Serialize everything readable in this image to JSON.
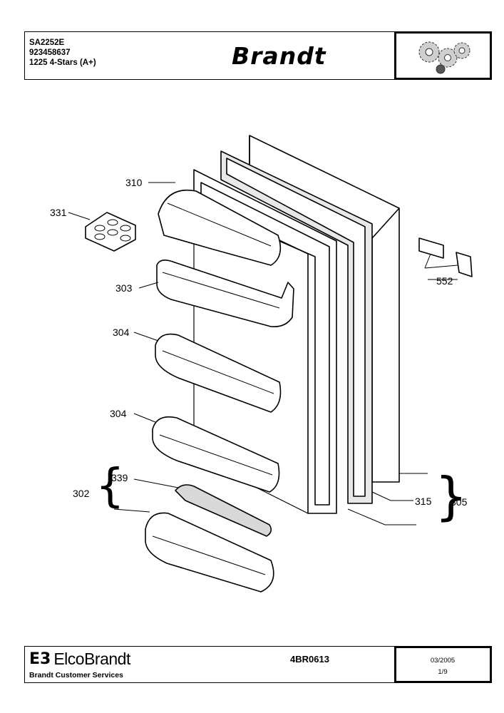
{
  "header": {
    "model": "SA2252E",
    "product_number": "923458637",
    "description": "1225 4-Stars (A+)",
    "brand": "Brandt",
    "emblem": "gear-cluster-icon"
  },
  "diagram": {
    "callouts": {
      "c310": "310",
      "c331": "331",
      "c303": "303",
      "c304a": "304",
      "c304b": "304",
      "c339": "339",
      "c302": "302",
      "c552": "552",
      "c315": "315",
      "c305": "305"
    }
  },
  "footer": {
    "logo_mark": "E3",
    "company": "ElcoBrandt",
    "service": "Brandt Customer Services",
    "doc_code": "4BR0613",
    "date": "03/2005",
    "page": "1/9"
  }
}
